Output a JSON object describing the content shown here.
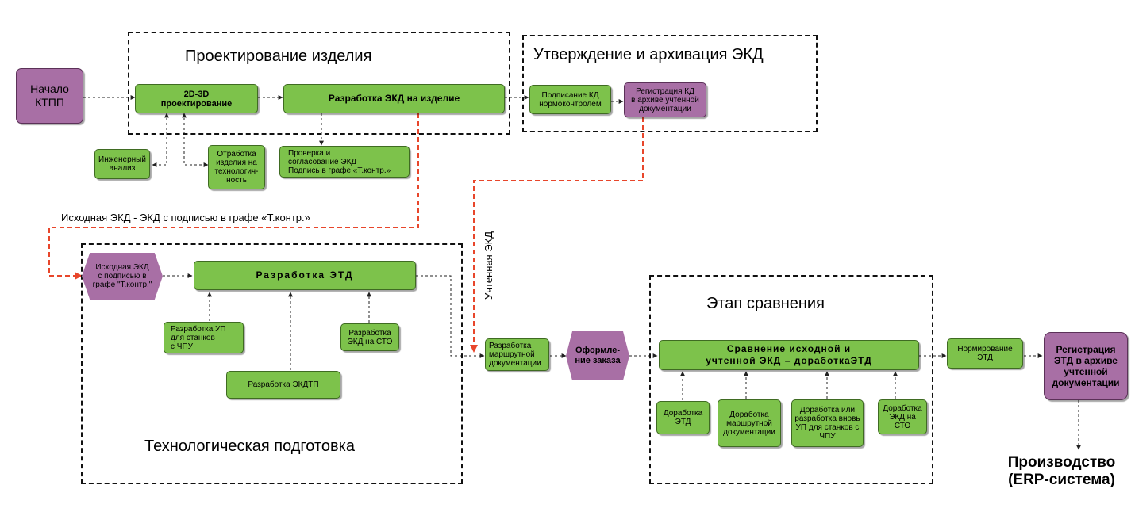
{
  "frames": {
    "design": "Проектирование изделия",
    "approval": "Утверждение и архивация ЭКД",
    "tech": "Технологическая подготовка",
    "compare": "Этап сравнения"
  },
  "nodes": {
    "start": [
      "Начало",
      "КТПП"
    ],
    "design_2d3d": [
      "2D-3D",
      "проектирование"
    ],
    "ekd_dev": "Разработка ЭКД на изделие",
    "eng_analysis": [
      "Инженерный",
      "анализ"
    ],
    "tech_check": [
      "Отработка",
      "изделия на",
      "технологич-",
      "ность"
    ],
    "check_ekd": [
      "Проверка и",
      "согласование ЭКД",
      "Подпись в графе «Т.контр.»"
    ],
    "normcontrol": [
      "Подписание КД",
      "нормоконтролем"
    ],
    "register_kd": [
      "Регистрация КД",
      "в архиве учтенной",
      "документации"
    ],
    "source_ekd": [
      "Исходная ЭКД",
      "с подписью в",
      "графе \"Т.контр.\""
    ],
    "etd_dev": "Разработка ЭТД",
    "up_dev": [
      "Разработка УП",
      "для станков",
      "с ЧПУ"
    ],
    "ekd_sto": [
      "Разработка",
      "ЭКД на СТО"
    ],
    "ekdtp_dev": "Разработка ЭКДТП",
    "route_doc": [
      "Разработка",
      "маршрутной",
      "документации"
    ],
    "order": [
      "Оформле-",
      "ние заказа"
    ],
    "compare_main": [
      "Сравнение исходной и",
      "учтенной ЭКД – доработкаЭТД"
    ],
    "rework_etd": [
      "Доработка",
      "ЭТД"
    ],
    "rework_route": [
      "Доработка",
      "маршрутной",
      "документации"
    ],
    "rework_up": [
      "Доработка или",
      "разработка вновь",
      "УП для станков с",
      "ЧПУ"
    ],
    "rework_sto": [
      "Доработка",
      "ЭКД на",
      "СТО"
    ],
    "norm_etd": [
      "Нормирование",
      "ЭТД"
    ],
    "register_etd": [
      "Регистрация",
      "ЭТД в архиве",
      "учтенной",
      "документации"
    ],
    "production": [
      "Производство",
      "(ERP-система)"
    ]
  },
  "labels": {
    "source_flow": "Исходная ЭКД  - ЭКД с подписью в графе «Т.контр.»",
    "accounted_flow": "Учтенная ЭКД"
  },
  "colors": {
    "green": "#7dc24b",
    "purple": "#a86fa5",
    "red_dashed": "#e8462b"
  }
}
